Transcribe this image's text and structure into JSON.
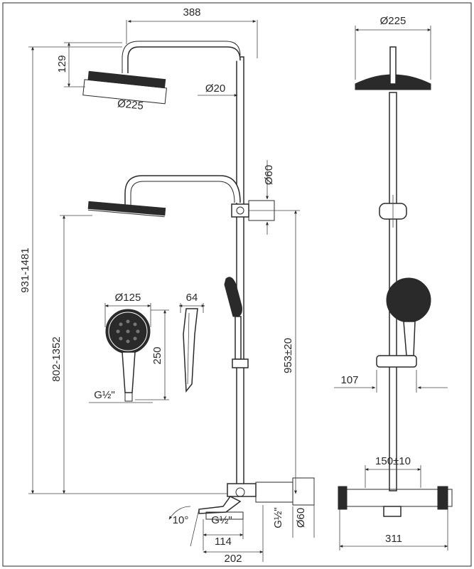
{
  "dimensions": {
    "top_width": "388",
    "head_height": "129",
    "head_diameter": "Ø225",
    "pipe_diameter": "Ø20",
    "bracket_diameter": "Ø60",
    "total_height": "931-1481",
    "handshower_height": "802-1352",
    "handshower_diameter": "Ø125",
    "handle_width": "64",
    "handshower_length": "250",
    "thread": "G½\"",
    "riser_height": "953±20",
    "side_head_diameter": "Ø225",
    "holder_offset": "107",
    "center_distance": "150±10",
    "mixer_width": "311",
    "angle": "10°",
    "outlet_thread": "G½\"",
    "spout_length": "114",
    "mixer_depth": "202",
    "inlet_thread": "G½\"",
    "inlet_diameter": "Ø60"
  }
}
